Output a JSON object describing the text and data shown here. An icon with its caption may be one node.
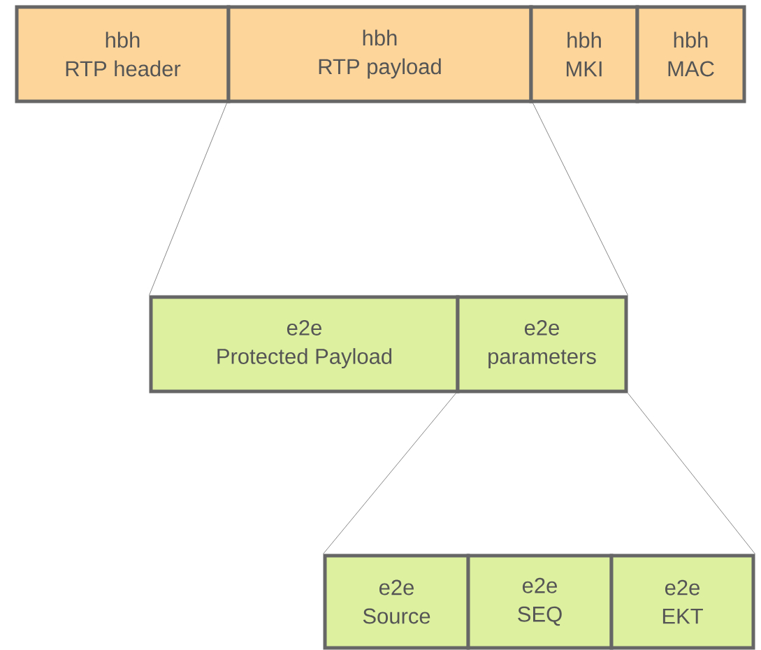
{
  "diagram": {
    "nodes": [
      {
        "text": [
          "hbh",
          "RTP header"
        ]
      },
      {
        "text": [
          "hbh",
          "RTP payload"
        ]
      },
      {
        "text": [
          "hbh",
          "MKI"
        ]
      },
      {
        "text": [
          "hbh",
          "MAC"
        ]
      },
      {
        "text": [
          "e2e",
          "Protected Payload"
        ]
      },
      {
        "text": [
          "e2e",
          "parameters"
        ]
      },
      {
        "text": [
          "e2e",
          "Source"
        ]
      },
      {
        "text": [
          "e2e",
          "SEQ"
        ]
      },
      {
        "text": [
          "e2e",
          "EKT"
        ]
      }
    ],
    "edges": [
      {
        "from": 1,
        "to": 4,
        "arrow": "none"
      },
      {
        "from": 1,
        "to": 5,
        "arrow": "none"
      },
      {
        "from": 5,
        "to": 6,
        "arrow": "none"
      },
      {
        "from": 5,
        "to": 8,
        "arrow": "none"
      }
    ]
  }
}
